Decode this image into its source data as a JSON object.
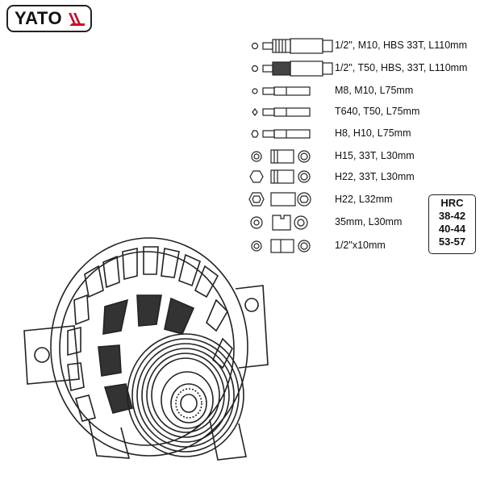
{
  "brand": {
    "name": "YATO",
    "logo_icon": "yato-chevron-mark"
  },
  "specs": [
    {
      "label": "1/2\", M10, HBS 33T, L110mm",
      "icon": "long-bit-socket-icon"
    },
    {
      "label": "1/2\", T50, HBS, 33T, L110mm",
      "icon": "long-bit-socket-icon"
    },
    {
      "label": "M8, M10, L75mm",
      "icon": "spline-bit-icon"
    },
    {
      "label": "T640, T50, L75mm",
      "icon": "torx-bit-icon"
    },
    {
      "label": "H8, H10, L75mm",
      "icon": "hex-bit-icon"
    },
    {
      "label": "H15, 33T, L30mm",
      "icon": "short-bit-socket-icon"
    },
    {
      "label": "H22, 33T, L30mm",
      "icon": "short-bit-socket-icon"
    },
    {
      "label": "H22, L32mm",
      "icon": "hex-socket-icon"
    },
    {
      "label": "35mm, L30mm",
      "icon": "pulley-socket-icon"
    },
    {
      "label": "1/2\"x10mm",
      "icon": "adapter-socket-icon"
    }
  ],
  "hrc": {
    "title": "HRC",
    "values": [
      "38-42",
      "40-44",
      "53-57"
    ]
  },
  "illustration": {
    "icon": "alternator-illustration"
  }
}
